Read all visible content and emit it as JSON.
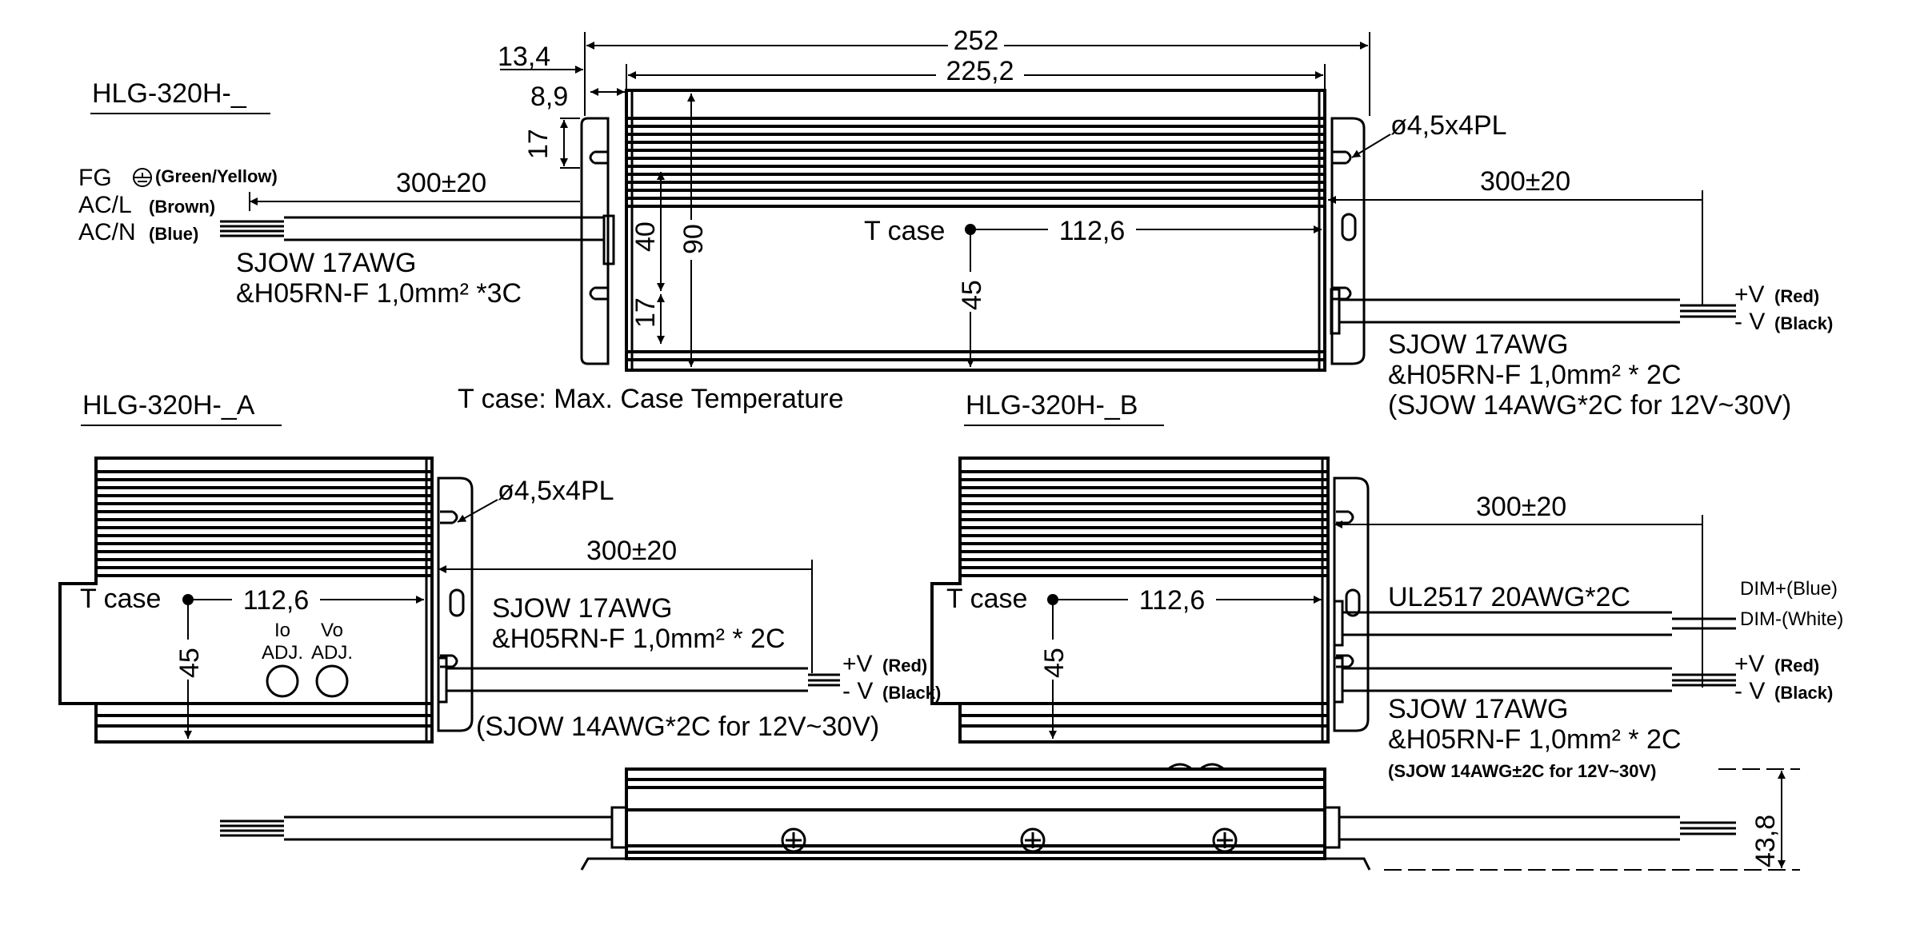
{
  "views": {
    "top": {
      "model": "HLG-320H-_",
      "dim_total_length": "252",
      "dim_body_length": "225,2",
      "dim_offset_outer": "13,4",
      "dim_offset_inner": "8,9",
      "dim_hole_spacing_top": "17",
      "dim_hole_spacing_bottom": "17",
      "dim_width_inner": "40",
      "dim_width": "90",
      "dim_tcase_y": "45",
      "dim_tcase_x": "112,6",
      "tcase_label": "T case",
      "hole_note": "ø4,5x4PL",
      "input_cable_length": "300±20",
      "output_cable_length": "300±20",
      "fg_label": "FG",
      "fg_color": "(Green/Yellow)",
      "acl_label": "AC/L",
      "acl_color": "(Brown)",
      "acn_label": "AC/N",
      "acn_color": "(Blue)",
      "input_cable_spec_1": "SJOW 17AWG",
      "input_cable_spec_2": "&H05RN-F 1,0mm² *3C",
      "vplus_label": "+V",
      "vplus_color": "(Red)",
      "vminus_label": "- V",
      "vminus_color": "(Black)",
      "output_cable_spec_1": "SJOW 17AWG",
      "output_cable_spec_2": "&H05RN-F 1,0mm² * 2C",
      "output_cable_spec_3": "(SJOW 14AWG*2C for 12V~30V)"
    },
    "tcase_note": "T case: Max. Case Temperature",
    "a": {
      "model": "HLG-320H-_A",
      "hole_note": "ø4,5x4PL",
      "cable_length": "300±20",
      "tcase_label": "T case",
      "dim_tcase_x": "112,6",
      "dim_tcase_y": "45",
      "io_adj_1": "Io",
      "io_adj_2": "ADJ.",
      "vo_adj_1": "Vo",
      "vo_adj_2": "ADJ.",
      "cable_spec_1": "SJOW 17AWG",
      "cable_spec_2": "&H05RN-F 1,0mm² * 2C",
      "cable_spec_3": "(SJOW 14AWG*2C for 12V~30V)",
      "vplus_label": "+V",
      "vplus_color": "(Red)",
      "vminus_label": "- V",
      "vminus_color": "(Black)"
    },
    "b": {
      "model": "HLG-320H-_B",
      "cable_length": "300±20",
      "tcase_label": "T case",
      "dim_tcase_x": "112,6",
      "dim_tcase_y": "45",
      "dim_cable_spec": "UL2517 20AWG*2C",
      "dim_plus": "DIM+(Blue)",
      "dim_minus": "DIM-(White)",
      "vplus_label": "+V",
      "vplus_color": "(Red)",
      "vminus_label": "- V",
      "vminus_color": "(Black)",
      "cable_spec_1": "SJOW 17AWG",
      "cable_spec_2": "&H05RN-F 1,0mm² * 2C",
      "cable_spec_3": "(SJOW 14AWG±2C for 12V~30V)"
    },
    "side": {
      "dim_height": "43,8"
    }
  }
}
